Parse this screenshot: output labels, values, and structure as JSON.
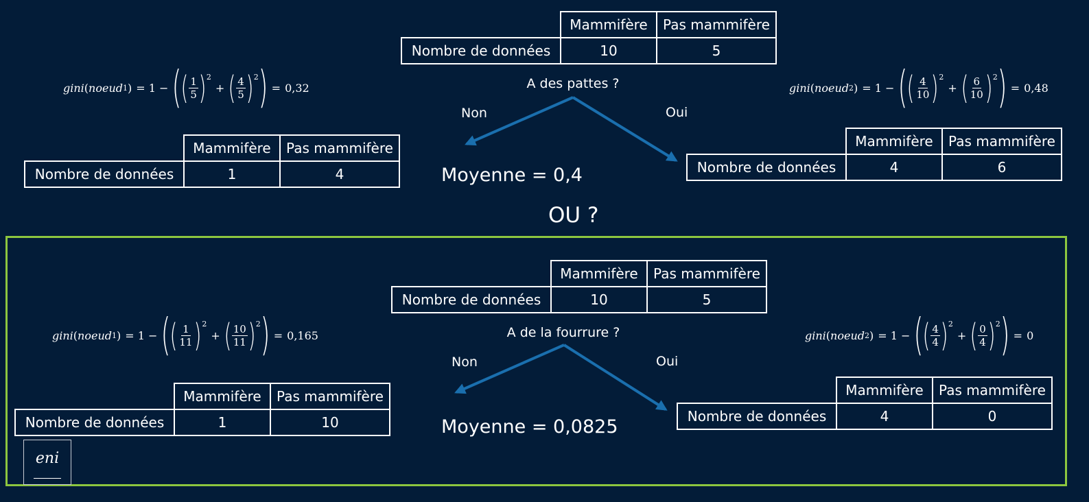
{
  "labels": {
    "mammifere": "Mammifère",
    "pas_mammifere": "Pas mammifère",
    "nombre_donnees": "Nombre de données",
    "non": "Non",
    "oui": "Oui",
    "gini": "gini",
    "noeud": "noeud",
    "one_minus": "= 1 −",
    "plus": "+",
    "equals": "=",
    "squared": "2"
  },
  "separator": "OU ?",
  "top": {
    "question": "A des pattes ?",
    "moyenne": "Moyenne = 0,4",
    "root": {
      "mammifere": "10",
      "pas_mammifere": "5"
    },
    "left": {
      "node_index": "1",
      "table": {
        "mammifere": "1",
        "pas_mammifere": "4"
      },
      "fraction_a": {
        "num": "1",
        "den": "5"
      },
      "fraction_b": {
        "num": "4",
        "den": "5"
      },
      "result": "0,32"
    },
    "right": {
      "node_index": "2",
      "table": {
        "mammifere": "4",
        "pas_mammifere": "6"
      },
      "fraction_a": {
        "num": "4",
        "den": "10"
      },
      "fraction_b": {
        "num": "6",
        "den": "10"
      },
      "result": "0,48"
    }
  },
  "bottom": {
    "question": "A de la fourrure ?",
    "moyenne": "Moyenne = 0,0825",
    "root": {
      "mammifere": "10",
      "pas_mammifere": "5"
    },
    "left": {
      "node_index": "1",
      "table": {
        "mammifere": "1",
        "pas_mammifere": "10"
      },
      "fraction_a": {
        "num": "1",
        "den": "11"
      },
      "fraction_b": {
        "num": "10",
        "den": "11"
      },
      "result": "0,165"
    },
    "right": {
      "node_index": "2",
      "table": {
        "mammifere": "4",
        "pas_mammifere": "0"
      },
      "fraction_a": {
        "num": "4",
        "den": "4"
      },
      "fraction_b": {
        "num": "0",
        "den": "4"
      },
      "result": "0"
    }
  },
  "logo": {
    "text": "eni"
  },
  "colors": {
    "background": "#031c38",
    "arrow": "#1a6fae",
    "highlight_border": "#8dc63f",
    "text": "#ffffff"
  }
}
